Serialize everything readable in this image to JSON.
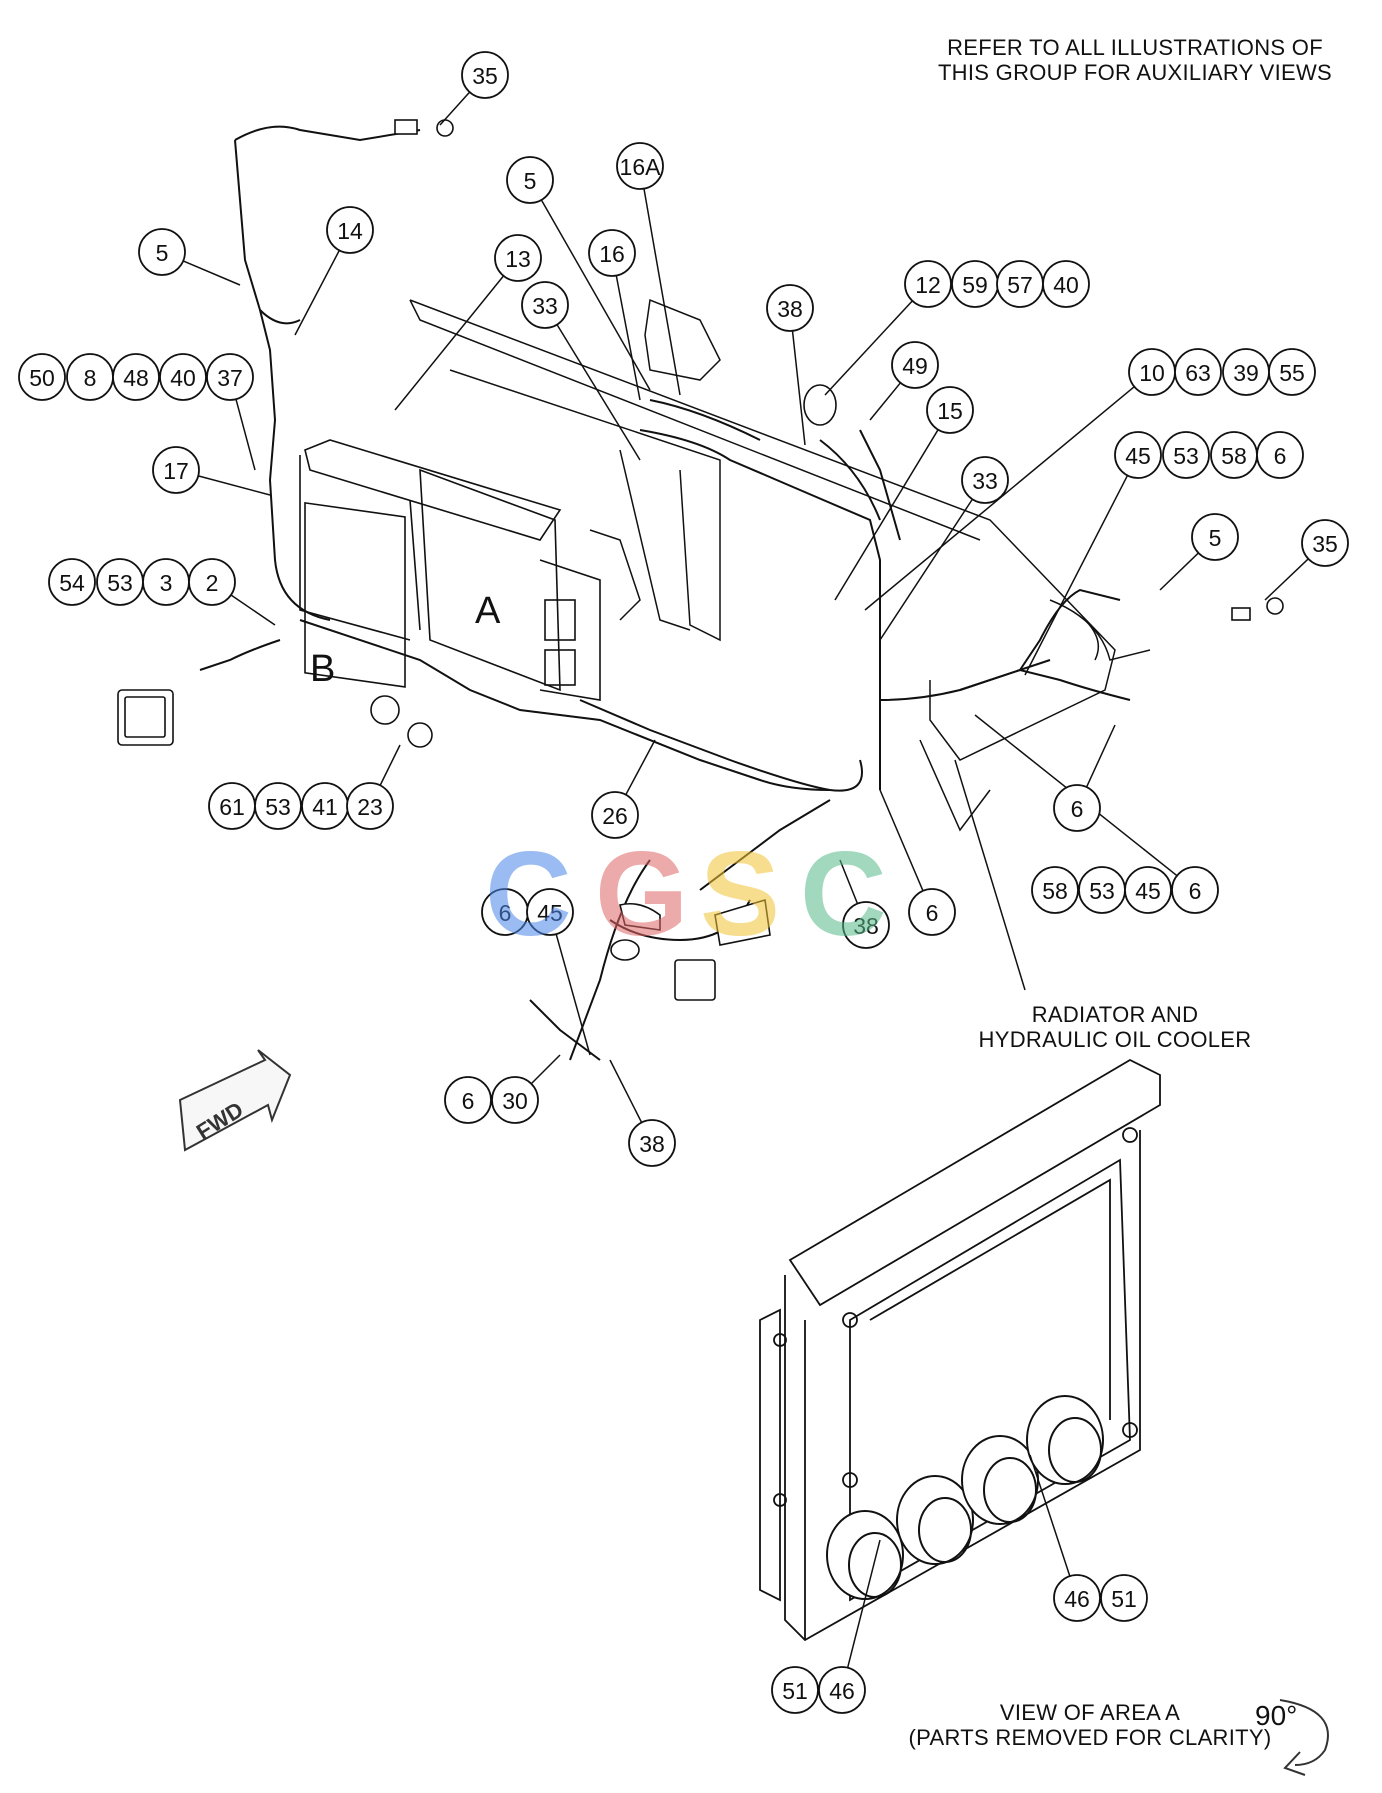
{
  "notes": {
    "top_line1": "REFER TO ALL ILLUSTRATIONS OF",
    "top_line2": "THIS GROUP FOR AUXILIARY VIEWS",
    "radiator_line1": "RADIATOR AND",
    "radiator_line2": "HYDRAULIC OIL COOLER",
    "view_line1": "VIEW OF AREA A",
    "view_line2": "(PARTS REMOVED FOR CLARITY)",
    "rotation": "90°"
  },
  "area_labels": {
    "a": "A",
    "b": "B"
  },
  "fwd_label": "FWD",
  "watermark": {
    "letters": [
      "C",
      "G",
      "S",
      "C"
    ],
    "colors": [
      "#4a86e8",
      "#e06666",
      "#f1c232",
      "#57bb8a"
    ]
  },
  "colors": {
    "line": "#111111",
    "balloon_fill": "#ffffff"
  },
  "callouts": [
    {
      "id": "c01",
      "label": "35"
    },
    {
      "id": "c02",
      "label": "5"
    },
    {
      "id": "c03",
      "label": "14"
    },
    {
      "id": "c04",
      "label": "13"
    },
    {
      "id": "c05",
      "label": "5"
    },
    {
      "id": "c06",
      "label": "16A"
    },
    {
      "id": "c07",
      "label": "16"
    },
    {
      "id": "c08",
      "label": "33"
    },
    {
      "id": "c09",
      "label": "38"
    },
    {
      "id": "c10",
      "label": "12"
    },
    {
      "id": "c11",
      "label": "59"
    },
    {
      "id": "c12",
      "label": "57"
    },
    {
      "id": "c13",
      "label": "40"
    },
    {
      "id": "c14",
      "label": "49"
    },
    {
      "id": "c15",
      "label": "10"
    },
    {
      "id": "c16",
      "label": "63"
    },
    {
      "id": "c17",
      "label": "39"
    },
    {
      "id": "c18",
      "label": "55"
    },
    {
      "id": "c19",
      "label": "15"
    },
    {
      "id": "c20",
      "label": "45"
    },
    {
      "id": "c21",
      "label": "53"
    },
    {
      "id": "c22",
      "label": "58"
    },
    {
      "id": "c23",
      "label": "6"
    },
    {
      "id": "c24",
      "label": "33"
    },
    {
      "id": "c25",
      "label": "5"
    },
    {
      "id": "c26",
      "label": "35"
    },
    {
      "id": "c27",
      "label": "50"
    },
    {
      "id": "c28",
      "label": "8"
    },
    {
      "id": "c29",
      "label": "48"
    },
    {
      "id": "c30",
      "label": "40"
    },
    {
      "id": "c31",
      "label": "37"
    },
    {
      "id": "c32",
      "label": "17"
    },
    {
      "id": "c33",
      "label": "54"
    },
    {
      "id": "c34",
      "label": "53"
    },
    {
      "id": "c35",
      "label": "3"
    },
    {
      "id": "c36",
      "label": "2"
    },
    {
      "id": "c37",
      "label": "61"
    },
    {
      "id": "c38",
      "label": "53"
    },
    {
      "id": "c39",
      "label": "41"
    },
    {
      "id": "c40",
      "label": "23"
    },
    {
      "id": "c41",
      "label": "26"
    },
    {
      "id": "c42",
      "label": "6"
    },
    {
      "id": "c43",
      "label": "58"
    },
    {
      "id": "c44",
      "label": "53"
    },
    {
      "id": "c45",
      "label": "45"
    },
    {
      "id": "c46",
      "label": "6"
    },
    {
      "id": "c47",
      "label": "6"
    },
    {
      "id": "c48",
      "label": "38"
    },
    {
      "id": "c49",
      "label": "6"
    },
    {
      "id": "c50",
      "label": "45"
    },
    {
      "id": "c51",
      "label": "6"
    },
    {
      "id": "c52",
      "label": "30"
    },
    {
      "id": "c53",
      "label": "38"
    },
    {
      "id": "c54",
      "label": "46"
    },
    {
      "id": "c55",
      "label": "51"
    },
    {
      "id": "c56",
      "label": "51"
    },
    {
      "id": "c57",
      "label": "46"
    }
  ]
}
